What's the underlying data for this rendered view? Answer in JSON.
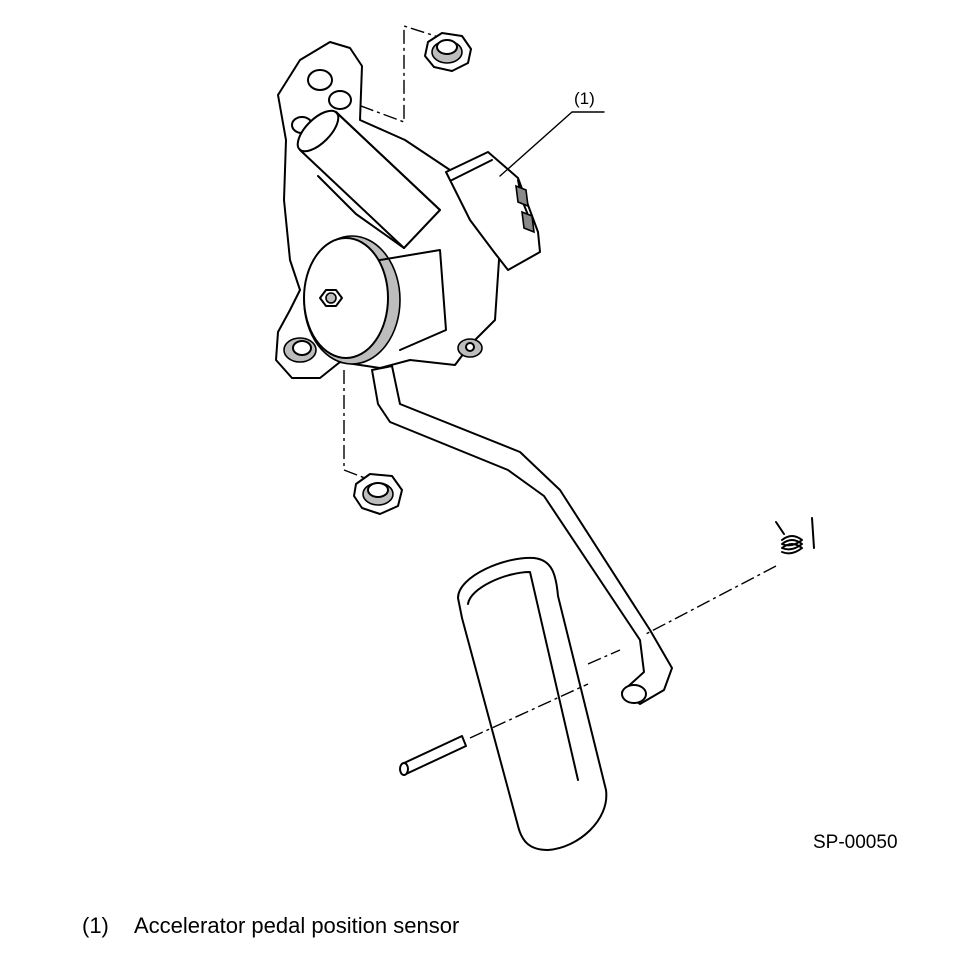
{
  "diagram": {
    "callouts": [
      {
        "number": "(1)",
        "target": "sensor"
      }
    ],
    "figure_code": "SP-00050",
    "legend": [
      {
        "number": "(1)",
        "label": "Accelerator pedal position sensor"
      }
    ]
  }
}
